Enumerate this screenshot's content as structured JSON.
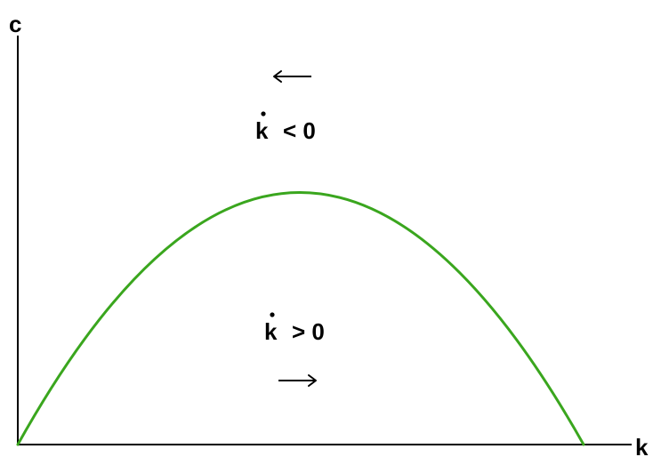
{
  "diagram": {
    "y_axis_label": "c",
    "x_axis_label": "k",
    "curve_color": "#3aa61e",
    "upper_region": {
      "variable": "k",
      "relation": "< 0",
      "arrow": "left-arrow-icon"
    },
    "lower_region": {
      "variable": "k",
      "relation": "> 0",
      "arrow": "right-arrow-icon"
    }
  }
}
